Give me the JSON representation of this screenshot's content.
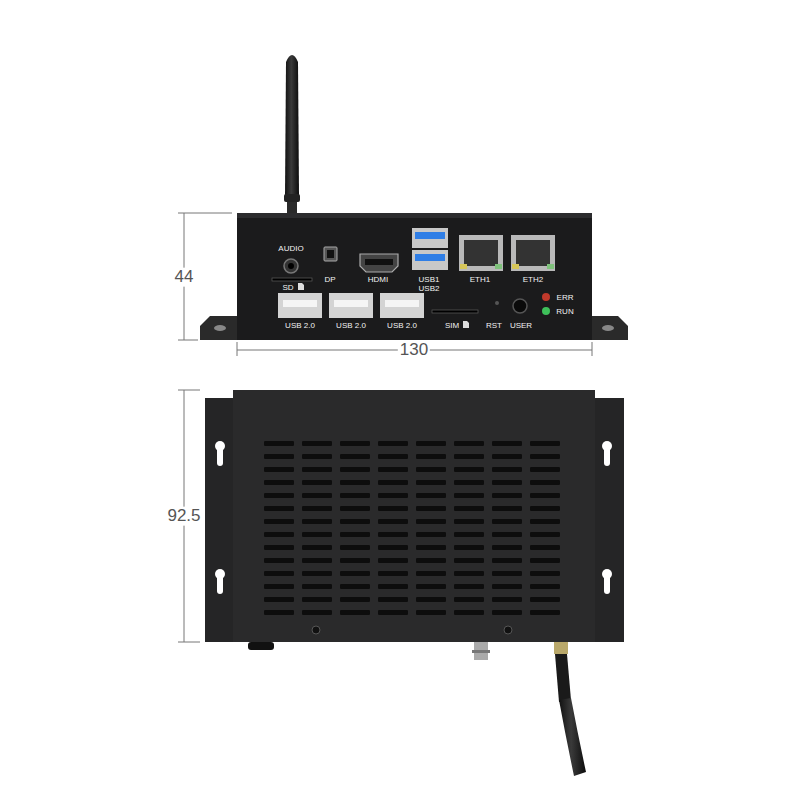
{
  "diagram": {
    "labels": [
      "AUDIO",
      "SD",
      "DP",
      "HDMI",
      "USB1 USB2",
      "ETH1",
      "ETH2",
      "USB 2.0",
      "USB 2.0",
      "USB 2.0",
      "SIM",
      "RST",
      "USER",
      "ERR",
      "RUN",
      "44",
      "130",
      "92.5"
    ]
  }
}
